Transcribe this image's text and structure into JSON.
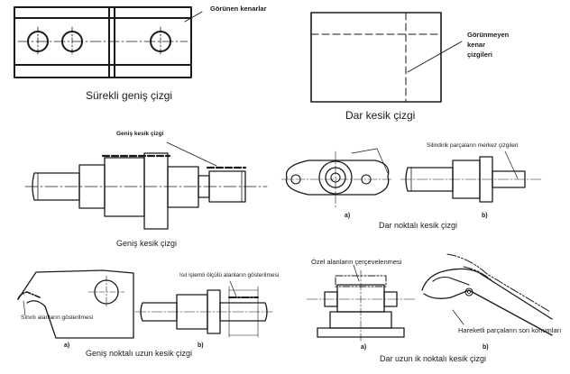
{
  "panels": {
    "continuous_thick": {
      "caption": "Sürekli geniş çizgi",
      "callout": "Görünen kenarlar"
    },
    "thin_dashed": {
      "caption": "Dar kesik çizgi",
      "callout_lines": [
        "Görünmeyen",
        "kenar",
        "çizgileri"
      ]
    },
    "thick_dashed": {
      "caption": "Geniş kesik çizgi",
      "callout": "Geniş kesik çizgi"
    },
    "thin_chain": {
      "caption": "Dar noktalı kesik çizgi",
      "callout": "Silindirik parçaların merkez çizgileri",
      "sub_a": "a)",
      "sub_b": "b)"
    },
    "thick_chain": {
      "caption": "Geniş noktalı uzun kesik çizgi",
      "callout_a": "Sınırlı alanların gösterilmesi",
      "callout_b": "Isıl işlemli ölçülü alanların gösterilmesi",
      "sub_a": "a)",
      "sub_b": "b)"
    },
    "thin_double_dashed": {
      "caption": "Dar uzun ik noktalı kesik çizgi",
      "callout_a": "Özel alanların çerçevelenmesi",
      "callout_b": "Hareketli parçaların son konumları",
      "sub_a": "a)",
      "sub_b": "b)"
    }
  }
}
